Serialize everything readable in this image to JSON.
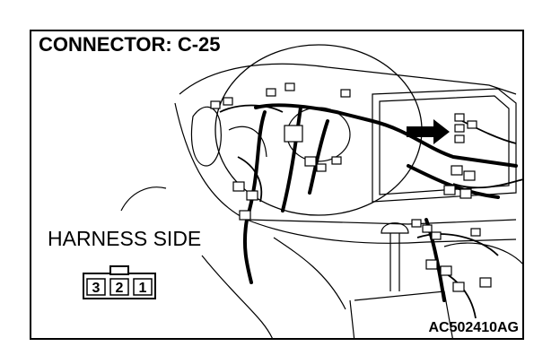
{
  "title": "CONNECTOR: C-25",
  "harness_side_label": "HARNESS SIDE",
  "connector_pins": [
    "3",
    "2",
    "1"
  ],
  "figure_code": "AC502410AG"
}
